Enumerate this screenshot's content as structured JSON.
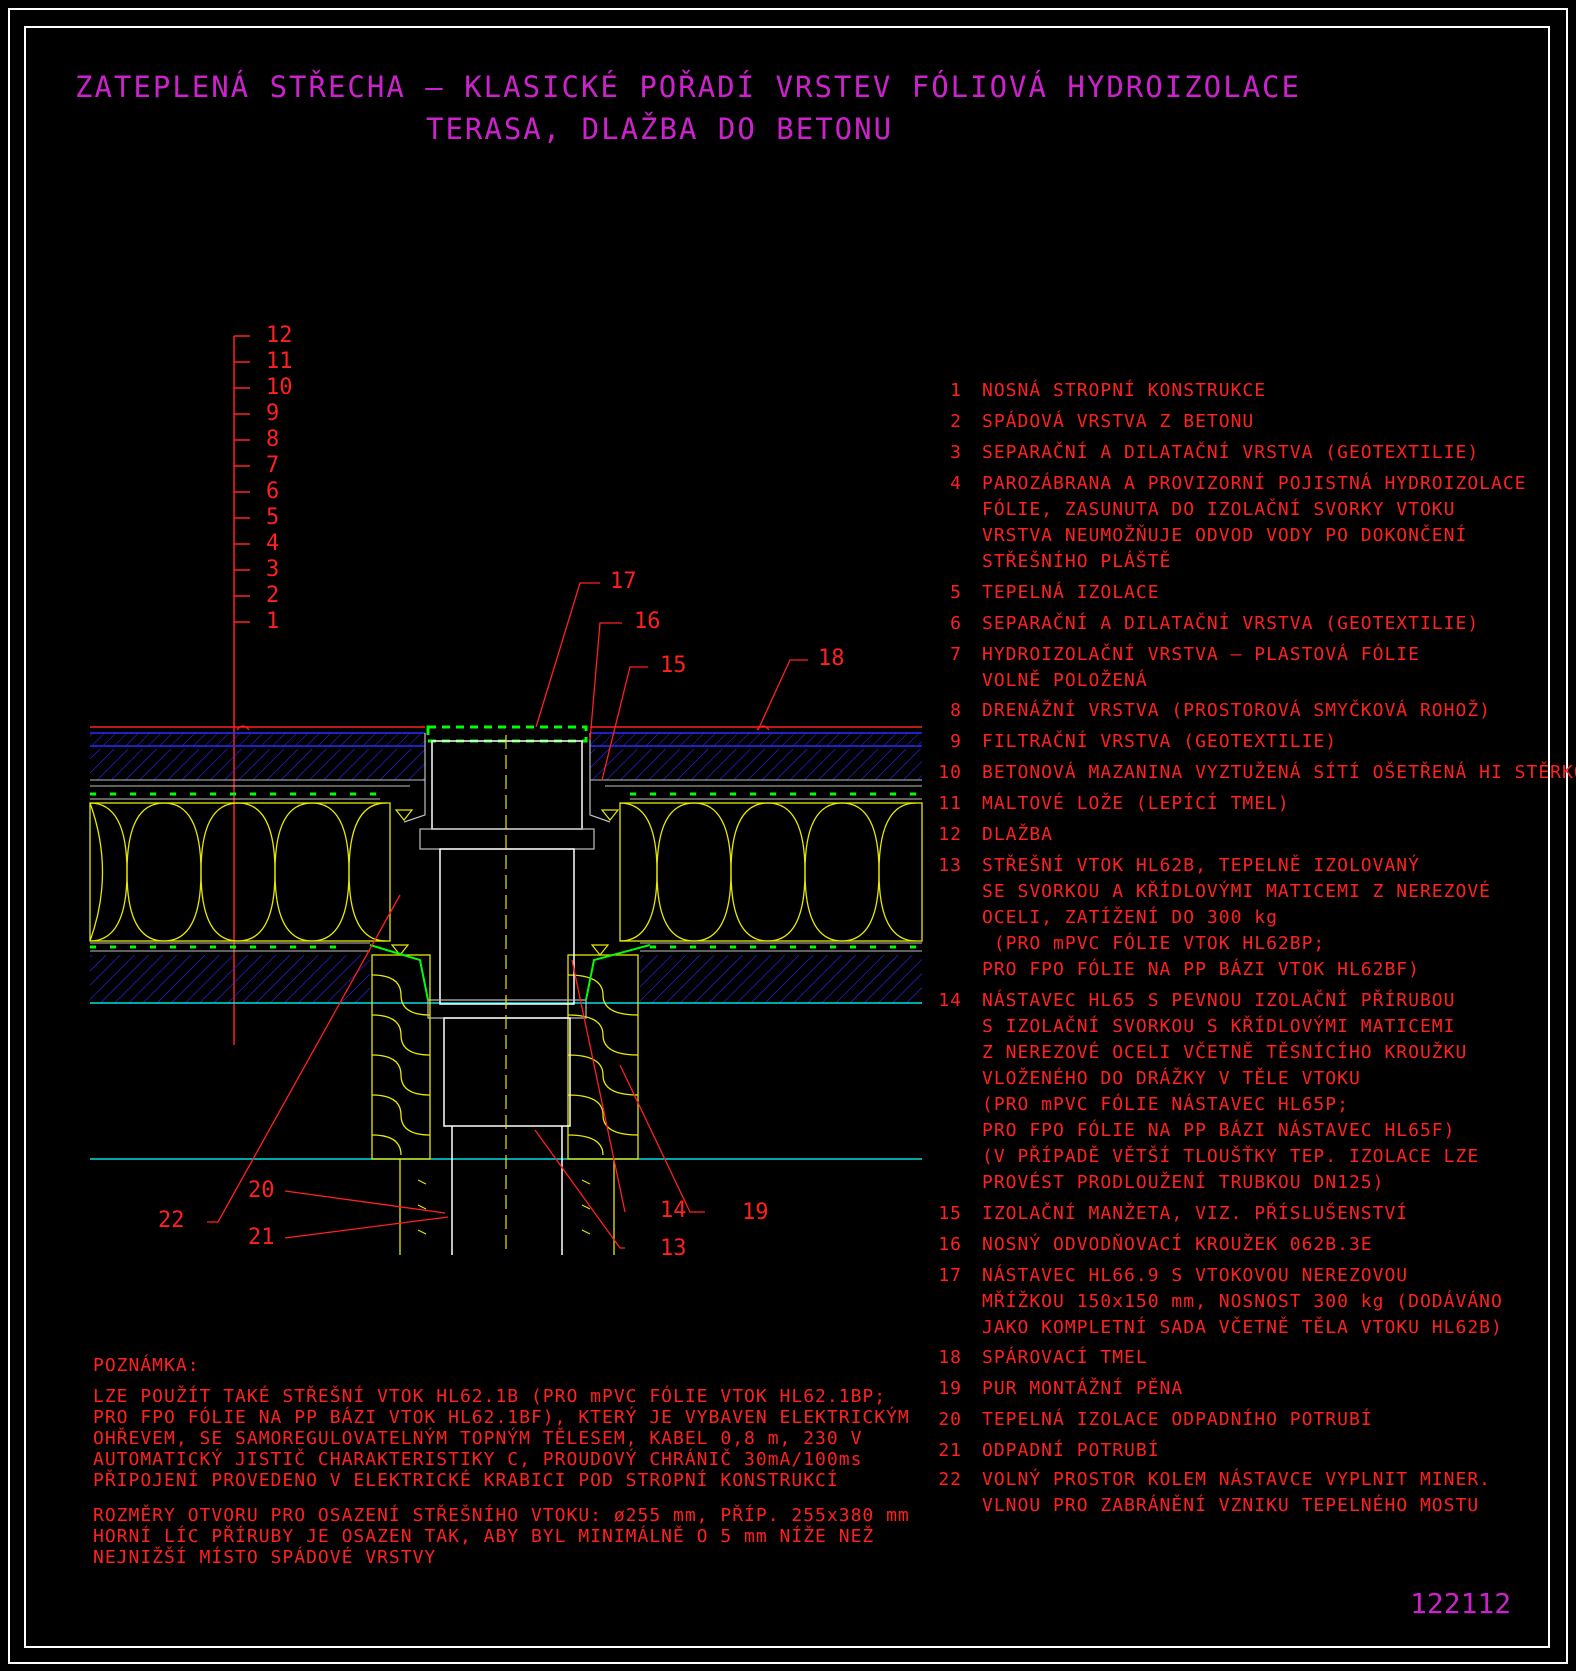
{
  "title": {
    "line1": "ZATEPLENÁ STŘECHA – KLASICKÉ POŘADÍ VRSTEV FÓLIOVÁ HYDROIZOLACE",
    "line2": "TERASA, DLAŽBA DO BETONU"
  },
  "layer_scale": [
    "12",
    "11",
    "10",
    "9",
    "8",
    "7",
    "6",
    "5",
    "4",
    "3",
    "2",
    "1"
  ],
  "callouts": {
    "c17": "17",
    "c16": "16",
    "c15": "15",
    "c18": "18",
    "c20": "20",
    "c21": "21",
    "c22": "22",
    "c14": "14",
    "c19": "19",
    "c13": "13"
  },
  "legend": [
    {
      "num": "1",
      "text": "NOSNÁ STROPNÍ KONSTRUKCE"
    },
    {
      "num": "2",
      "text": "SPÁDOVÁ VRSTVA Z BETONU"
    },
    {
      "num": "3",
      "text": "SEPARAČNÍ A DILATAČNÍ VRSTVA (GEOTEXTILIE)"
    },
    {
      "num": "4",
      "text": "PAROZÁBRANA A PROVIZORNÍ POJISTNÁ HYDROIZOLACE\nFÓLIE, ZASUNUTA DO IZOLAČNÍ SVORKY VTOKU\nVRSTVA NEUMOŽŇUJE ODVOD VODY PO DOKONČENÍ\nSTŘEŠNÍHO PLÁŠTĚ"
    },
    {
      "num": "5",
      "text": "TEPELNÁ IZOLACE"
    },
    {
      "num": "6",
      "text": "SEPARAČNÍ A DILATAČNÍ VRSTVA (GEOTEXTILIE)"
    },
    {
      "num": "7",
      "text": "HYDROIZOLAČNÍ VRSTVA – PLASTOVÁ FÓLIE\nVOLNĚ POLOŽENÁ"
    },
    {
      "num": "8",
      "text": "DRENÁŽNÍ VRSTVA (PROSTOROVÁ SMYČKOVÁ ROHOŽ)"
    },
    {
      "num": "9",
      "text": "FILTRAČNÍ VRSTVA (GEOTEXTILIE)"
    },
    {
      "num": "10",
      "text": "BETONOVÁ MAZANINA VYZTUŽENÁ SÍTÍ OŠETŘENÁ HI STĚRKOU"
    },
    {
      "num": "11",
      "text": "MALTOVÉ LOŽE (LEPÍCÍ TMEL)"
    },
    {
      "num": "12",
      "text": "DLAŽBA"
    },
    {
      "num": "13",
      "text": "STŘEŠNÍ VTOK HL62B, TEPELNĚ IZOLOVANÝ\nSE SVORKOU A KŘÍDLOVÝMI MATICEMI Z NEREZOVÉ\nOCELI, ZATÍŽENÍ DO 300 kg\n (PRO mPVC FÓLIE VTOK HL62BP;\nPRO FPO FÓLIE NA PP BÁZI VTOK HL62BF)"
    },
    {
      "num": "14",
      "text": "NÁSTAVEC HL65 S PEVNOU IZOLAČNÍ PŘÍRUBOU\nS IZOLAČNÍ SVORKOU S KŘÍDLOVÝMI MATICEMI\nZ NEREZOVÉ OCELI VČETNĚ TĚSNÍCÍHO KROUŽKU\nVLOŽENÉHO DO DRÁŽKY V TĚLE VTOKU\n(PRO mPVC FÓLIE NÁSTAVEC HL65P;\nPRO FPO FÓLIE NA PP BÁZI NÁSTAVEC HL65F)\n(V PŘÍPADĚ VĚTŠÍ TLOUŠŤKY TEP. IZOLACE LZE\nPROVÉST PRODLOUŽENÍ TRUBKOU DN125)"
    },
    {
      "num": "15",
      "text": "IZOLAČNÍ MANŽETA, VIZ. PŘÍSLUŠENSTVÍ"
    },
    {
      "num": "16",
      "text": "NOSNÝ ODVODŇOVACÍ KROUŽEK 062B.3E"
    },
    {
      "num": "17",
      "text": "NÁSTAVEC HL66.9 S VTOKOVOU NEREZOVOU\nMŘÍŽKOU 150x150 mm, NOSNOST 300 kg (DODÁVÁNO\nJAKO KOMPLETNÍ SADA VČETNĚ TĚLA VTOKU HL62B)"
    },
    {
      "num": "18",
      "text": "SPÁROVACÍ TMEL"
    },
    {
      "num": "19",
      "text": "PUR MONTÁŽNÍ PĚNA"
    },
    {
      "num": "20",
      "text": "TEPELNÁ IZOLACE ODPADNÍHO POTRUBÍ"
    },
    {
      "num": "21",
      "text": "ODPADNÍ POTRUBÍ"
    },
    {
      "num": "22",
      "text": "VOLNÝ PROSTOR KOLEM NÁSTAVCE VYPLNIT MINER.\nVLNOU PRO ZABRÁNĚNÍ VZNIKU TEPELNÉHO MOSTU"
    }
  ],
  "note": {
    "heading": "POZNÁMKA:",
    "para1": "LZE POUŽÍT TAKÉ STŘEŠNÍ VTOK HL62.1B (PRO mPVC FÓLIE VTOK HL62.1BP;\nPRO FPO FÓLIE NA PP BÁZI VTOK HL62.1BF), KTERÝ JE VYBAVEN ELEKTRICKÝM\nOHŘEVEM, SE SAMOREGULOVATELNÝM TOPNÝM TĚLESEM, KABEL 0,8 m, 230 V\nAUTOMATICKÝ JISTIČ CHARAKTERISTIKY C, PROUDOVÝ CHRÁNIČ 30mA/100ms\nPŘIPOJENÍ PROVEDENO V ELEKTRICKÉ KRABICI POD STROPNÍ KONSTRUKCÍ",
    "para2": "ROZMĚRY OTVORU PRO OSAZENÍ STŘEŠNÍHO VTOKU: ø255 mm, PŘÍP. 255x380 mm\nHORNÍ LÍC PŘÍRUBY JE OSAZEN TAK, ABY BYL MINIMÁLNĚ O 5 mm NÍŽE NEŽ\nNEJNIŽŠÍ MÍSTO SPÁDOVÉ VRSTVY"
  },
  "drawing_number": "122112",
  "colors": {
    "background": "#000000",
    "title": "#cc22cc",
    "text": "#ff2020",
    "frame": "#ffffff",
    "insulation": "#e8e800",
    "concrete": "#2a2aff",
    "membrane": "#00ff00",
    "cyan": "#00e0e0"
  }
}
